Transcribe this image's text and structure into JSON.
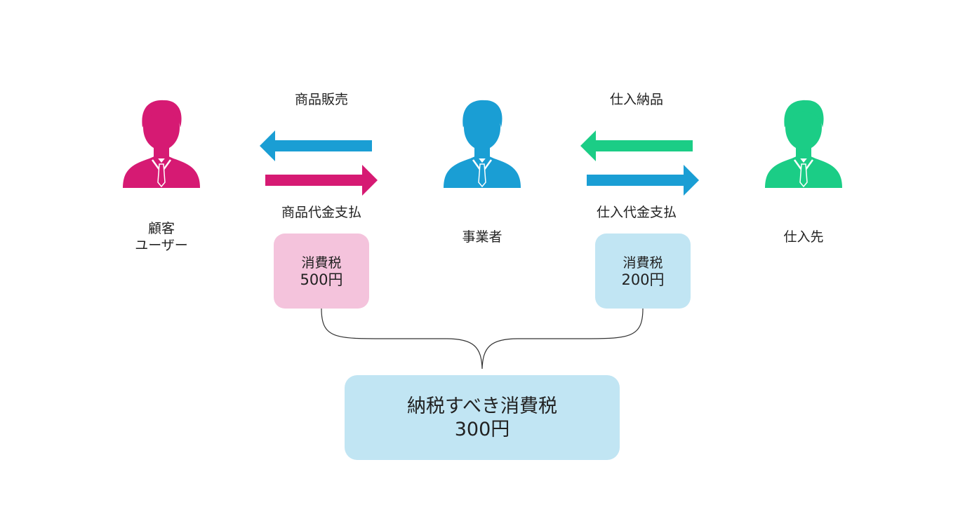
{
  "colors": {
    "customer": "#d61a73",
    "business": "#1a9ed4",
    "supplier": "#1bcd86",
    "pink_box": "#f4c3dc",
    "blue_box": "#c1e5f3"
  },
  "parties": {
    "customer": {
      "line1": "顧客",
      "line2": "ユーザー",
      "icon": "person-icon"
    },
    "business": {
      "label": "事業者",
      "icon": "person-icon"
    },
    "supplier": {
      "label": "仕入先",
      "icon": "person-icon"
    }
  },
  "flows": {
    "sale": "商品販売",
    "sale_payment": "商品代金支払",
    "purchase": "仕入納品",
    "purchase_payment": "仕入代金支払"
  },
  "tax_sales": {
    "title": "消費税",
    "amount": "500円"
  },
  "tax_purchase": {
    "title": "消費税",
    "amount": "200円"
  },
  "tax_due": {
    "title": "納税すべき消費税",
    "amount": "300円"
  }
}
